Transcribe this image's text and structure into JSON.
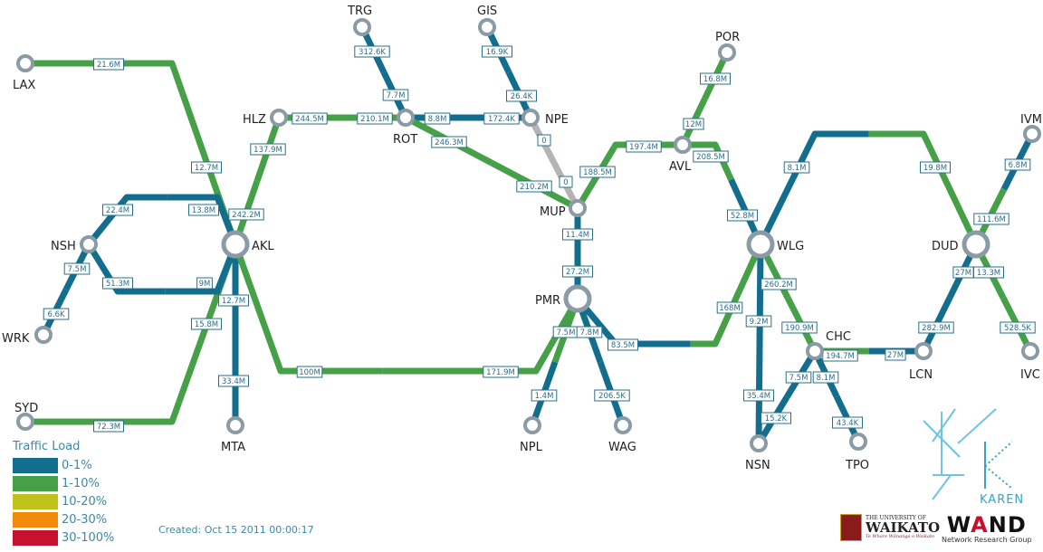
{
  "colors": {
    "load_0_1": "#136e8e",
    "load_1_10": "#46a048",
    "load_10_20": "#bfc21a",
    "load_20_30": "#f28a0c",
    "load_30_100": "#c41230",
    "idle": "#b4b4b4",
    "node": "#8a9ba6",
    "label": "#2a6f8a"
  },
  "nodes": [
    {
      "id": "LAX",
      "label": "LAX"
    },
    {
      "id": "SYD",
      "label": "SYD"
    },
    {
      "id": "NSH",
      "label": "NSH"
    },
    {
      "id": "WRK",
      "label": "WRK"
    },
    {
      "id": "AKL",
      "label": "AKL"
    },
    {
      "id": "HLZ",
      "label": "HLZ"
    },
    {
      "id": "MTA",
      "label": "MTA"
    },
    {
      "id": "TRG",
      "label": "TRG"
    },
    {
      "id": "GIS",
      "label": "GIS"
    },
    {
      "id": "ROT",
      "label": "ROT"
    },
    {
      "id": "NPE",
      "label": "NPE"
    },
    {
      "id": "MUP",
      "label": "MUP"
    },
    {
      "id": "PMR",
      "label": "PMR"
    },
    {
      "id": "NPL",
      "label": "NPL"
    },
    {
      "id": "WAG",
      "label": "WAG"
    },
    {
      "id": "POR",
      "label": "POR"
    },
    {
      "id": "AVL",
      "label": "AVL"
    },
    {
      "id": "WLG",
      "label": "WLG"
    },
    {
      "id": "CHC",
      "label": "CHC"
    },
    {
      "id": "NSN",
      "label": "NSN"
    },
    {
      "id": "TPO",
      "label": "TPO"
    },
    {
      "id": "LCN",
      "label": "LCN"
    },
    {
      "id": "DUD",
      "label": "DUD"
    },
    {
      "id": "IVM",
      "label": "IVM"
    },
    {
      "id": "IVC",
      "label": "IVC"
    }
  ],
  "links": [
    {
      "id": "lax-akl",
      "from": "LAX",
      "to": "AKL",
      "out": "21.6M",
      "back": "12.7M"
    },
    {
      "id": "syd-akl",
      "from": "SYD",
      "to": "AKL",
      "out": "72.3M",
      "back": "15.8M"
    },
    {
      "id": "nsh-akl-top",
      "from": "NSH",
      "to": "AKL",
      "out": "22.4M",
      "back": "13.8M"
    },
    {
      "id": "nsh-akl-bot",
      "from": "NSH",
      "to": "AKL",
      "out": "51.3M",
      "back": "9M"
    },
    {
      "id": "wrk-nsh",
      "from": "WRK",
      "to": "NSH",
      "out": "6.6K",
      "back": "7.5M"
    },
    {
      "id": "akl-hlz",
      "from": "AKL",
      "to": "HLZ",
      "out": "242.2M",
      "back": "137.9M"
    },
    {
      "id": "akl-mta",
      "from": "AKL",
      "to": "MTA",
      "out": "12.7M",
      "back": "33.4M"
    },
    {
      "id": "akl-pmr",
      "from": "AKL",
      "to": "PMR",
      "out": "100M",
      "back": "171.9M"
    },
    {
      "id": "hlz-rot",
      "from": "HLZ",
      "to": "ROT",
      "out": "244.5M",
      "back": "210.1M"
    },
    {
      "id": "trg-rot",
      "from": "TRG",
      "to": "ROT",
      "out": "312.6K",
      "back": "7.7M"
    },
    {
      "id": "rot-npe",
      "from": "ROT",
      "to": "NPE",
      "out": "8.8M",
      "back": "172.4K"
    },
    {
      "id": "gis-npe",
      "from": "GIS",
      "to": "NPE",
      "out": "16.9K",
      "back": "26.4K"
    },
    {
      "id": "rot-mup",
      "from": "ROT",
      "to": "MUP",
      "out": "246.3M",
      "back": "210.2M"
    },
    {
      "id": "npe-mup",
      "from": "NPE",
      "to": "MUP",
      "out": "0",
      "back": "0"
    },
    {
      "id": "mup-avl",
      "from": "MUP",
      "to": "AVL",
      "out": "188.5M",
      "back": "197.4M"
    },
    {
      "id": "mup-pmr",
      "from": "MUP",
      "to": "PMR",
      "out": "11.4M",
      "back": "27.2M"
    },
    {
      "id": "pmr-npl",
      "from": "PMR",
      "to": "NPL",
      "out": "7.5M",
      "back": "1.4M"
    },
    {
      "id": "pmr-wag",
      "from": "PMR",
      "to": "WAG",
      "out": "7.8M",
      "back": "206.5K"
    },
    {
      "id": "pmr-wlg",
      "from": "PMR",
      "to": "WLG",
      "out": "83.5M",
      "back": "168M"
    },
    {
      "id": "por-avl",
      "from": "POR",
      "to": "AVL",
      "out": "16.8M",
      "back": "12M"
    },
    {
      "id": "avl-wlg",
      "from": "AVL",
      "to": "WLG",
      "out": "208.5M",
      "back": "52.8M"
    },
    {
      "id": "wlg-dud",
      "from": "WLG",
      "to": "DUD",
      "out": "8.1M",
      "back": "19.8M"
    },
    {
      "id": "wlg-chc",
      "from": "WLG",
      "to": "CHC",
      "out": "260.2M",
      "back": "190.9M"
    },
    {
      "id": "wlg-nsn",
      "from": "WLG",
      "to": "NSN",
      "out": "9.2M",
      "back": "35.4M"
    },
    {
      "id": "chc-nsn",
      "from": "CHC",
      "to": "NSN",
      "out": "7.5M",
      "back": "15.2K"
    },
    {
      "id": "chc-tpo",
      "from": "CHC",
      "to": "TPO",
      "out": "8.1M",
      "back": "43.4K"
    },
    {
      "id": "chc-lcn",
      "from": "CHC",
      "to": "LCN",
      "out": "194.7M",
      "back": "27M"
    },
    {
      "id": "dud-lcn",
      "from": "DUD",
      "to": "LCN",
      "out": "27M",
      "back": "282.9M"
    },
    {
      "id": "ivm-dud",
      "from": "IVM",
      "to": "DUD",
      "out": "6.8M",
      "back": "111.6M"
    },
    {
      "id": "dud-ivc",
      "from": "DUD",
      "to": "IVC",
      "out": "13.3M",
      "back": "528.5K"
    }
  ],
  "legend": {
    "title": "Traffic Load",
    "items": [
      {
        "label": "0-1%",
        "color": "#136e8e"
      },
      {
        "label": "1-10%",
        "color": "#46a048"
      },
      {
        "label": "10-20%",
        "color": "#bfc21a"
      },
      {
        "label": "20-30%",
        "color": "#f28a0c"
      },
      {
        "label": "30-100%",
        "color": "#c41230"
      }
    ]
  },
  "created": "Created: Oct 15 2011 00:00:17",
  "logos": {
    "karen": "KAREN",
    "waikato_small": "THE UNIVERSITY OF",
    "waikato_big": "WAIKATO",
    "waikato_tag": "Te Whare Wānanga o Waikato",
    "wand_w": "W",
    "wand_a": "A",
    "wand_nd": "ND",
    "wand_sub": "Network Research Group"
  }
}
